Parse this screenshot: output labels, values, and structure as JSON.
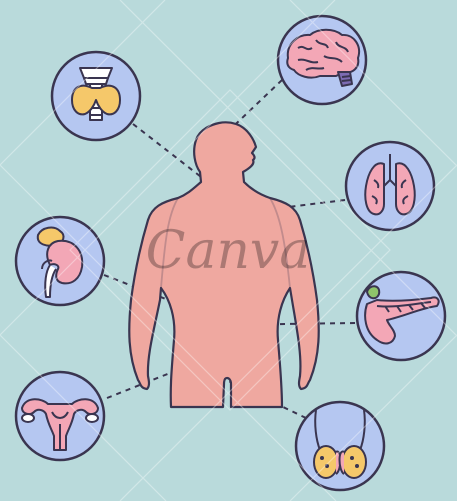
{
  "colors": {
    "background": "#b9dadb",
    "circle_fill": "#b5c7f1",
    "outline": "#3a3550",
    "body_fill": "#efa8a0",
    "organ_pink": "#f3a7b6",
    "organ_yellow": "#f5c86a",
    "organ_green": "#8fc46b"
  },
  "organs": [
    {
      "name": "thyroid",
      "icon": "thyroid-icon"
    },
    {
      "name": "brain",
      "icon": "brain-icon"
    },
    {
      "name": "lungs",
      "icon": "lungs-icon"
    },
    {
      "name": "kidney",
      "icon": "kidney-adrenal-icon"
    },
    {
      "name": "pancreas",
      "icon": "pancreas-icon"
    },
    {
      "name": "uterus",
      "icon": "uterus-ovaries-icon"
    },
    {
      "name": "testes",
      "icon": "testes-icon"
    }
  ],
  "watermark": {
    "text": "Canva"
  }
}
